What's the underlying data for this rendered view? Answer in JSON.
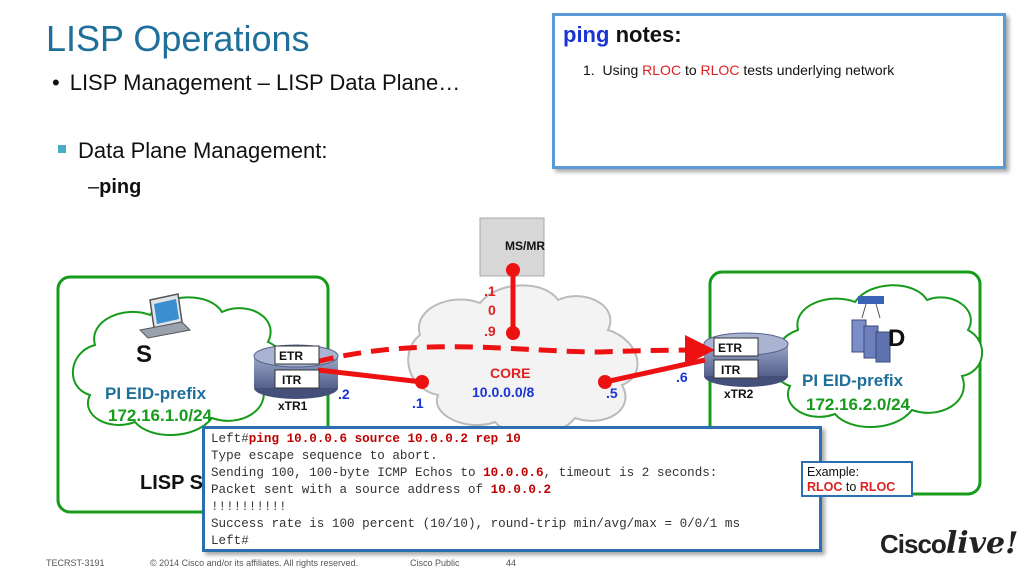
{
  "slide": {
    "title": "LISP Operations",
    "bullet1": "LISP Management – LISP Data Plane…",
    "bullet2": "Data Plane Management:",
    "bullet3_prefix": "–",
    "bullet3": "ping"
  },
  "notes": {
    "title_part1": "ping",
    "title_part2": "notes:",
    "item_number": "1.",
    "item_part1": "Using",
    "item_rloc1": "RLOC",
    "item_part2": "to",
    "item_rloc2": "RLOC",
    "item_part3": "tests underlying network"
  },
  "diagram": {
    "msmr_label": "MS/MR",
    "msmr_octets": [
      ".1",
      "0",
      ".9"
    ],
    "left_site_letter": "S",
    "left_eid_label": "PI EID-prefix",
    "left_eid_prefix": "172.16.1.0/24",
    "left_site_title": "LISP S",
    "xtr1_etr": "ETR",
    "xtr1_itr": "ITR",
    "xtr1_name": "xTR1",
    "xtr1_if": ".2",
    "core_if_left": ".1",
    "core_label": "CORE",
    "core_prefix": "10.0.0.0/8",
    "core_if_right": ".5",
    "xtr2_if": ".6",
    "xtr2_etr": "ETR",
    "xtr2_itr": "ITR",
    "xtr2_name": "xTR2",
    "right_site_letter": "D",
    "right_eid_label": "PI EID-prefix",
    "right_eid_prefix": "172.16.2.0/24"
  },
  "cli": {
    "prompt": "Left#",
    "command": "ping 10.0.0.6 source 10.0.0.2 rep 10",
    "line2": "Type escape sequence to abort.",
    "line3_a": "Sending 100, 100-byte ICMP Echos to ",
    "line3_ip": "10.0.0.6",
    "line3_b": ", timeout is 2 seconds:",
    "line4_a": "Packet sent with a source address of ",
    "line4_ip": "10.0.0.2",
    "line5": "!!!!!!!!!!",
    "line6": "Success rate is 100 percent (10/10), round-trip min/avg/max = 0/0/1 ms",
    "line7": "Left#"
  },
  "example": {
    "label": "Example:",
    "rloc1": "RLOC",
    "to": "to",
    "rloc2": "RLOC"
  },
  "footer": {
    "session": "TECRST-3191",
    "copyright": "© 2014 Cisco and/or its affiliates. All rights reserved.",
    "classification": "Cisco Public",
    "page": "44"
  },
  "logo": {
    "word": "Cisco",
    "live": "live!"
  },
  "colors": {
    "title_blue": "#1f6f9b",
    "site_green": "#169b1a",
    "path_red": "#ee1111",
    "router_slate": "#6d7ba6"
  }
}
